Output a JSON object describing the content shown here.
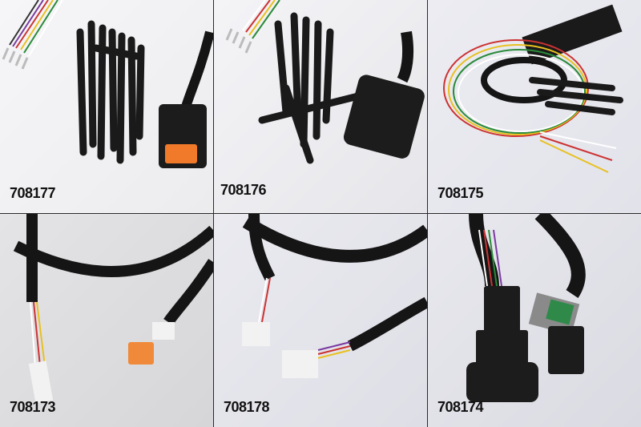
{
  "panels": [
    {
      "id": "p1",
      "label": "708177",
      "content": "wire harness with loose wires, terminals, heat-shrink tubes and black connector with orange inserts"
    },
    {
      "id": "p2",
      "label": "708176",
      "content": "wire harness with terminals, heat-shrink tubes and black multi-pin connector"
    },
    {
      "id": "p3",
      "label": "708175",
      "content": "coiled wires with terminals, heat-shrink tubing and black tape"
    },
    {
      "id": "p4",
      "label": "708173",
      "content": "black cable with white and orange connectors"
    },
    {
      "id": "p5",
      "label": "708178",
      "content": "black cable with two white connectors"
    },
    {
      "id": "p6",
      "label": "708174",
      "content": "cable with black male connector and gray/green female connector"
    }
  ],
  "colors": {
    "grid_line": "#2a2a2a",
    "label_text": "#111111",
    "cable": "#151515",
    "orange_insert": "#f07a2a",
    "connector_white": "#f2f2f2",
    "connector_gray": "#8a8a8a",
    "seal_green": "#2f8a4a"
  }
}
